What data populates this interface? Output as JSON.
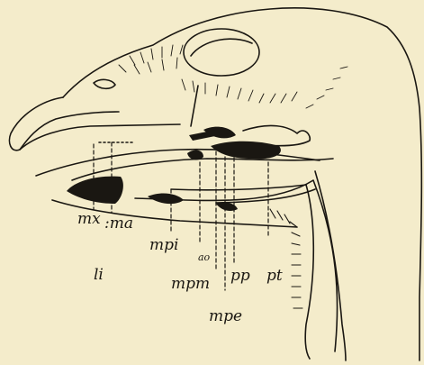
{
  "figure": {
    "labels": {
      "mx": "mx",
      "ma": ":ma",
      "li": "li",
      "mpi": "mpi",
      "ao": "ao",
      "mpm": "mpm",
      "pp": "pp",
      "pt": "pt",
      "mpe": "mpe"
    },
    "ink_color": "#1a1712",
    "paper_color": "#f4eccb"
  }
}
